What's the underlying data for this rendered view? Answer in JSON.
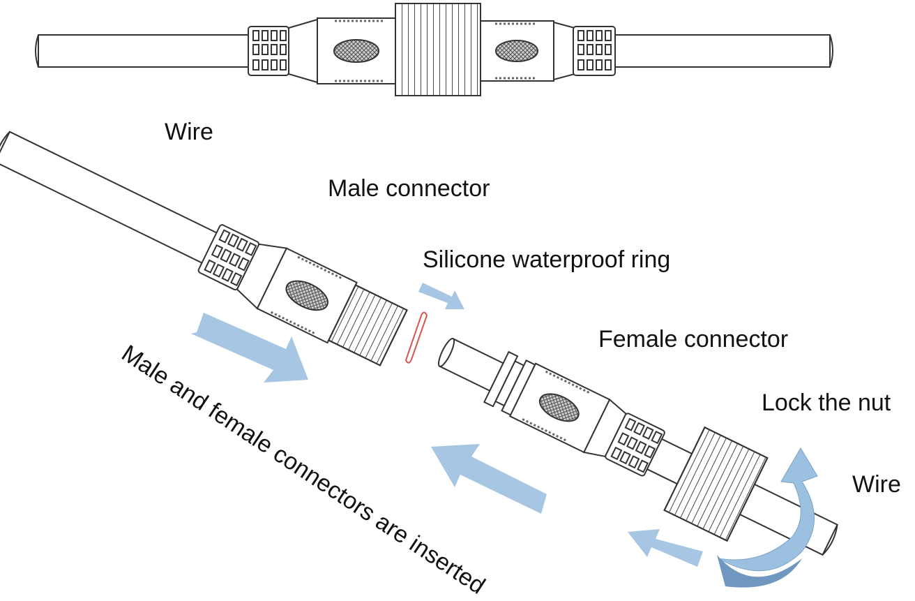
{
  "labels": {
    "wire_top": "Wire",
    "male": "Male connector",
    "ring": "Silicone waterproof ring",
    "female": "Female connector",
    "lock": "Lock the nut",
    "wire_right": "Wire",
    "inserted": "Male and female connectors are inserted"
  },
  "colors": {
    "outline": "#333333",
    "arrow_fill": "#9cc0e0",
    "arrow_dark": "#6f97bf",
    "ring": "#d9534f",
    "mesh": "#777777"
  },
  "icons": [
    "straight-arrow-icon",
    "curved-arrow-icon"
  ]
}
